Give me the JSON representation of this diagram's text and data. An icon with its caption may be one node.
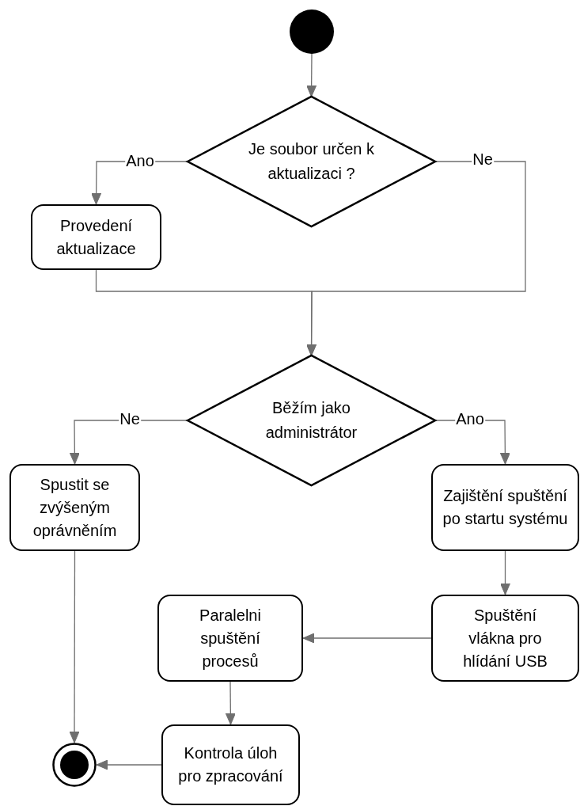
{
  "diagram": {
    "nodes": [
      {
        "text": [],
        "shape": "circle"
      },
      {
        "text": [
          "Je soubor určen k aktualizaci ?"
        ]
      },
      {
        "text": [
          "Provedení aktualizace"
        ]
      },
      {
        "text": [
          "Běžím jako administrátor"
        ]
      },
      {
        "text": [
          "Spustit se zvýšeným oprávněním"
        ]
      },
      {
        "text": [
          "Zajištění spuštění po startu systému"
        ]
      },
      {
        "text": [
          "Spuštění vlákna pro hlídání USB"
        ]
      },
      {
        "text": [
          "Paralelni spuštění procesů"
        ]
      },
      {
        "text": [
          "Kontrola úloh pro zpracování"
        ]
      },
      {
        "text": [],
        "shape": "circle"
      }
    ],
    "edges": [
      {
        "from": 0,
        "to": 1,
        "arrow": "to"
      },
      {
        "from": 1,
        "to": 2,
        "arrow": "to",
        "label": "Ano"
      },
      {
        "from": 1,
        "to": 3,
        "arrow": "to",
        "label": "Ne"
      },
      {
        "from": 2,
        "to": 3,
        "arrow": "to"
      },
      {
        "from": 3,
        "to": 4,
        "arrow": "to",
        "label": "Ne"
      },
      {
        "from": 3,
        "to": 5,
        "arrow": "to",
        "label": "Ano"
      },
      {
        "from": 5,
        "to": 6,
        "arrow": "to"
      },
      {
        "from": 6,
        "to": 7,
        "arrow": "to"
      },
      {
        "from": 7,
        "to": 8,
        "arrow": "to"
      },
      {
        "from": 4,
        "to": 9,
        "arrow": "to"
      },
      {
        "from": 8,
        "to": 9,
        "arrow": "to"
      }
    ]
  }
}
